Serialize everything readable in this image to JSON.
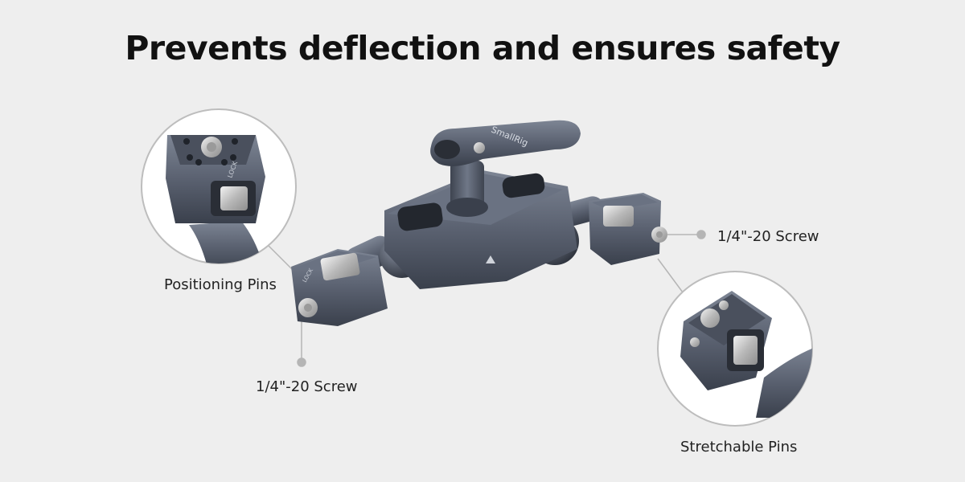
{
  "headline": "Prevents deflection and ensures safety",
  "brand_engraving": "SmallRig",
  "lock_engraving": "LOCK",
  "callouts": {
    "positioning_pins": "Positioning Pins",
    "screw_left": "1/4\"-20 Screw",
    "screw_right": "1/4\"-20 Screw",
    "stretchable_pins": "Stretchable Pins"
  },
  "colors": {
    "background": "#eeeeee",
    "metal": "#5a6170",
    "metal_dark": "#3a404c",
    "metal_light": "#7d8594",
    "leader": "#b5b5b5"
  }
}
